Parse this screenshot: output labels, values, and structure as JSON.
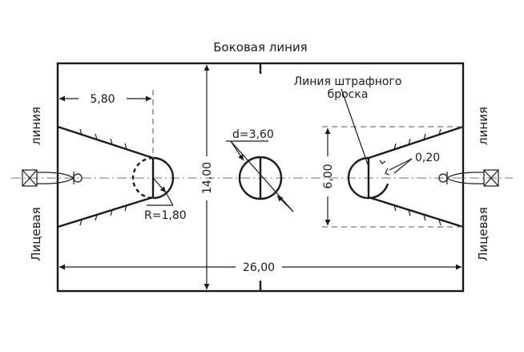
{
  "labels": {
    "sideline": "Боковая линия",
    "endline_word1": "Лицевая",
    "endline_word2": "линия",
    "free_throw_line_1": "Линия штрафного",
    "free_throw_line_2": "броска",
    "dim_580": "5,80",
    "dim_1400": "14,00",
    "dim_d360": "d=3,60",
    "dim_600": "6,00",
    "dim_020": "0,20",
    "dim_r180": "R=1,80",
    "dim_2600": "26,00"
  },
  "colors": {
    "line": "#1a1a1a",
    "dashed": "#777777"
  }
}
